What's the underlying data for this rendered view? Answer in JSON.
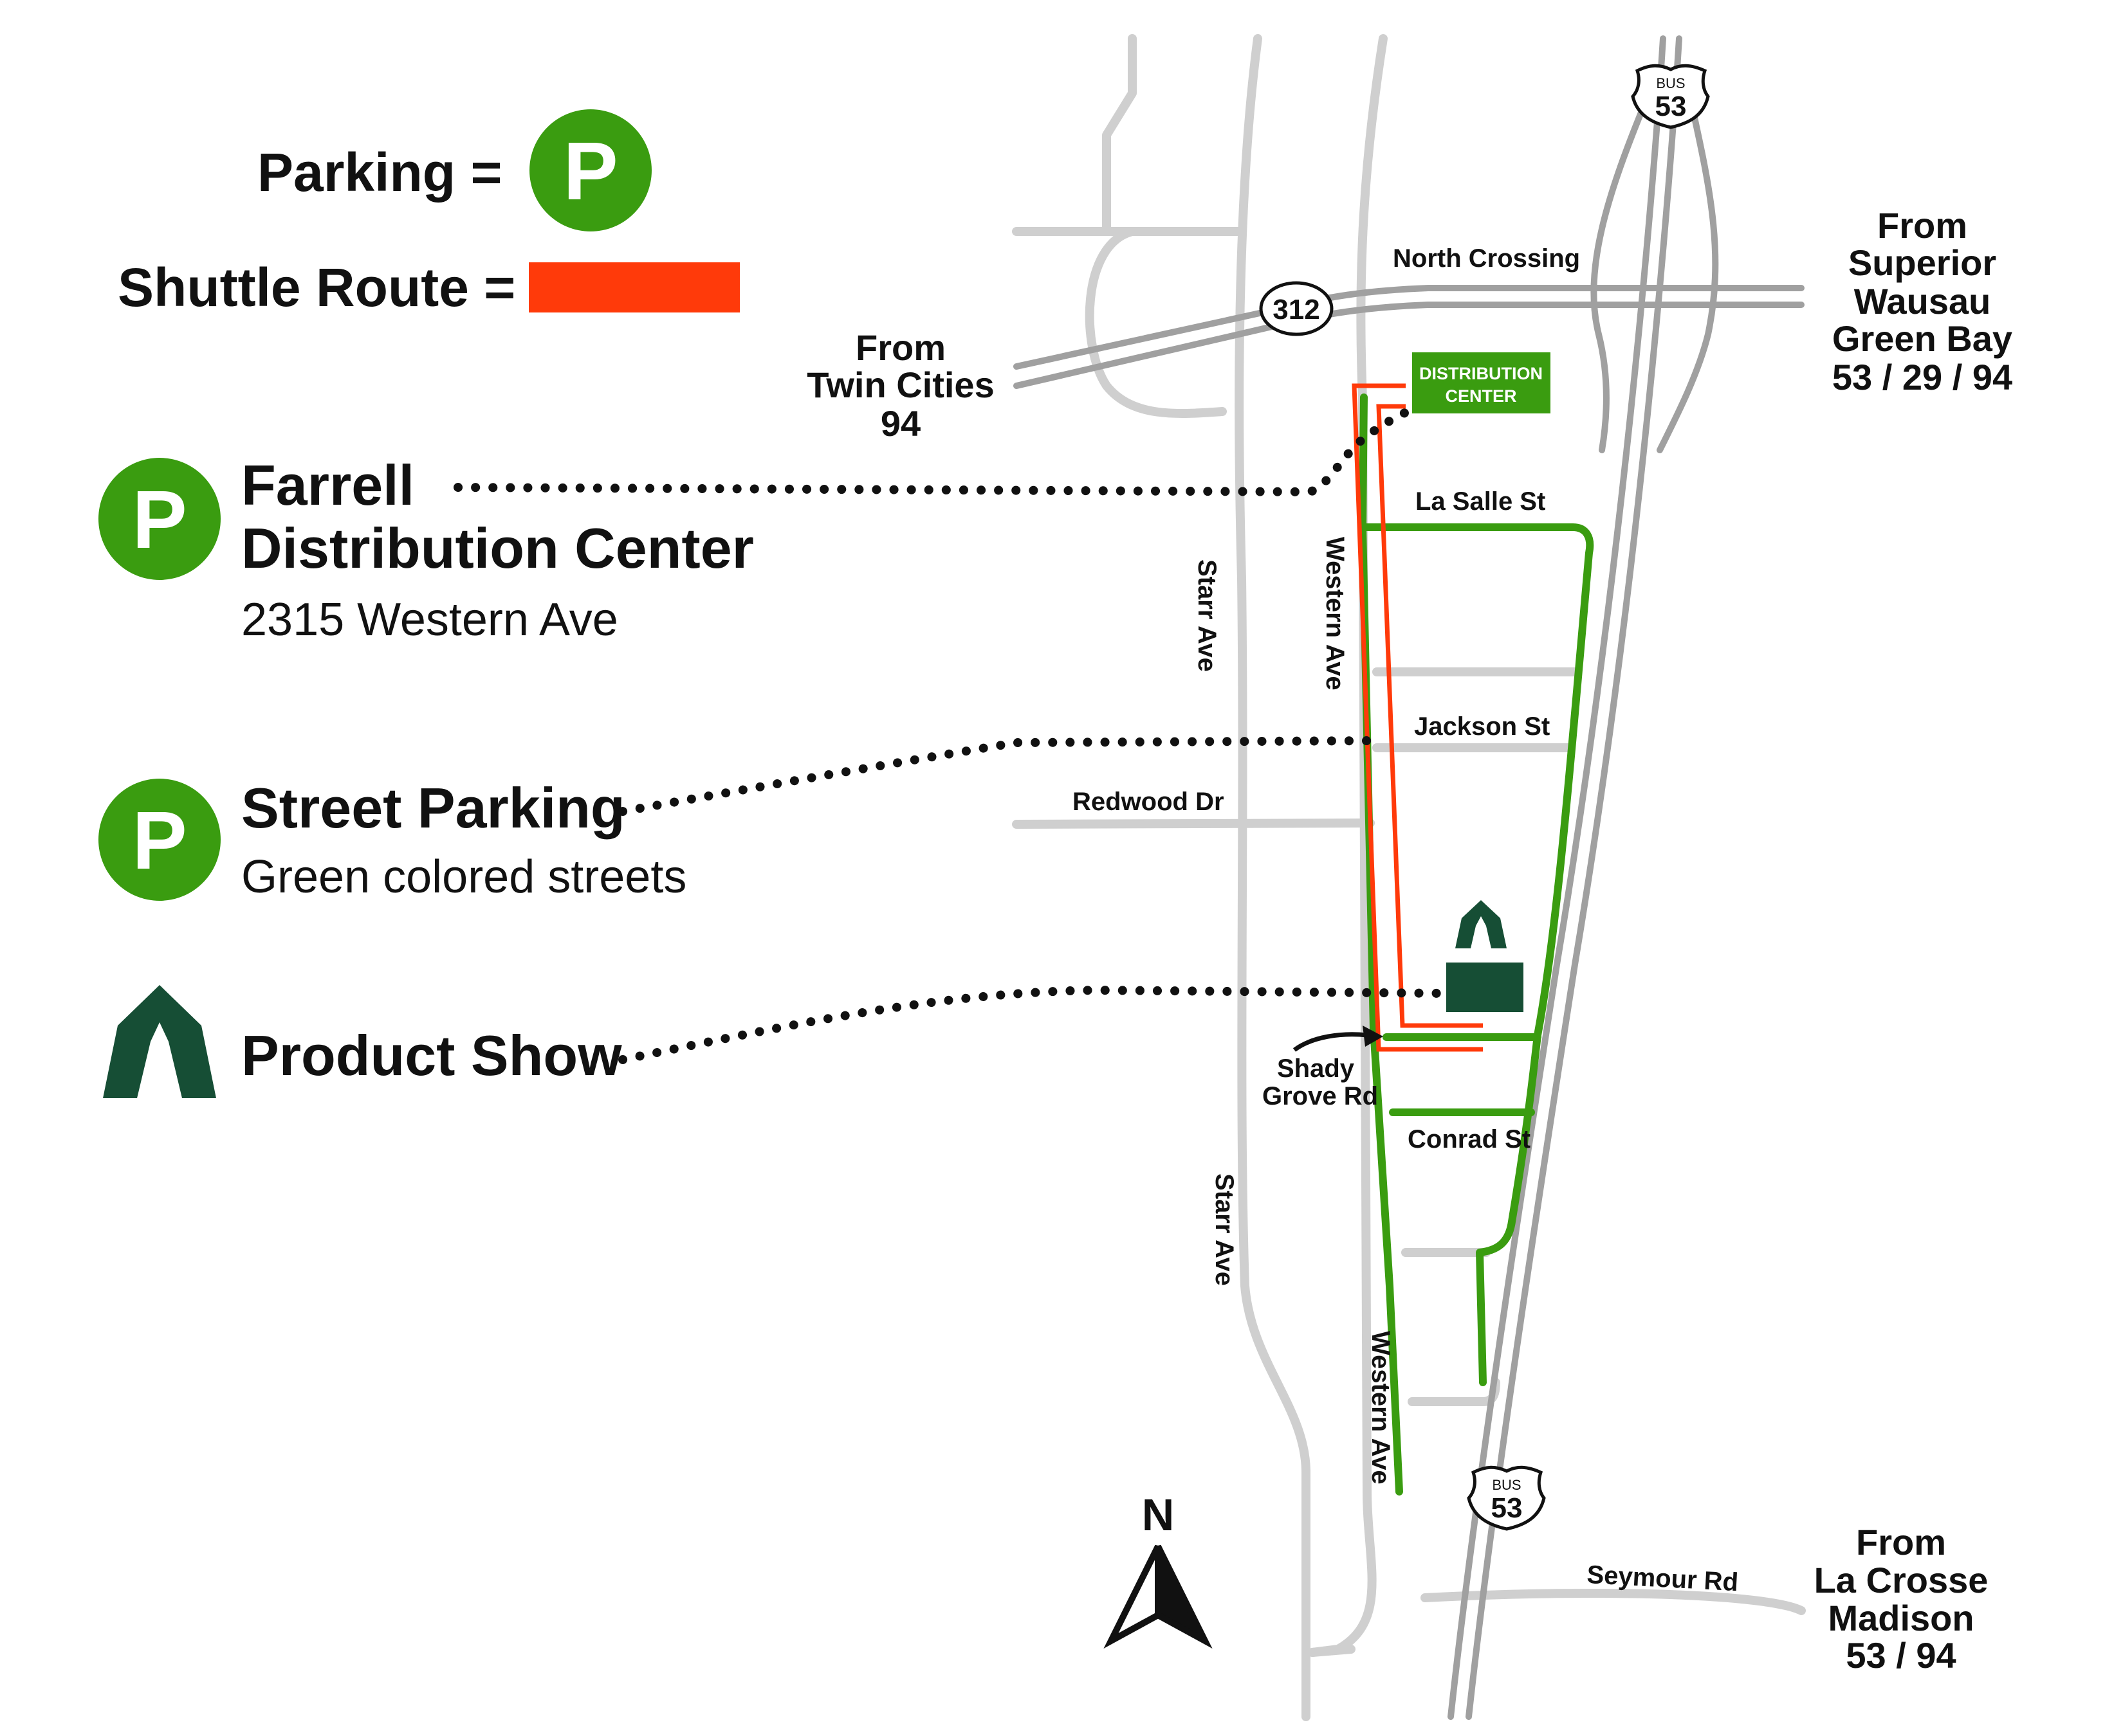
{
  "legend": {
    "parking_label": "Parking =",
    "parking_icon_letter": "P",
    "shuttle_label": "Shuttle Route =",
    "farrell_title_line1": "Farrell",
    "farrell_title_line2": "Distribution Center",
    "farrell_address": "2315 Western Ave",
    "street_parking_title": "Street Parking",
    "street_parking_sub": "Green colored streets",
    "product_show_title": "Product Show"
  },
  "map": {
    "streets": {
      "north_crossing": "North Crossing",
      "la_salle": "La Salle St",
      "jackson": "Jackson St",
      "redwood": "Redwood Dr",
      "starr_ave": "Starr Ave",
      "western_ave": "Western Ave",
      "shady_grove_line1": "Shady",
      "shady_grove_line2": "Grove Rd",
      "conrad": "Conrad St",
      "seymour": "Seymour Rd"
    },
    "shields": {
      "route_312": "312",
      "bus_label": "BUS",
      "bus_53": "53"
    },
    "distribution_center_line1": "DISTRIBUTION",
    "distribution_center_line2": "CENTER",
    "from_twin_cities": [
      "From",
      "Twin Cities",
      "94"
    ],
    "from_superior": [
      "From",
      "Superior",
      "Wausau",
      "Green Bay",
      "53 / 29 / 94"
    ],
    "from_la_crosse": [
      "From",
      "La Crosse",
      "Madison",
      "53 / 94"
    ],
    "north_label": "N"
  },
  "colors": {
    "parking_green": "#3a9c10",
    "shuttle_red": "#ff3a0a",
    "product_show_dark_green": "#164e35",
    "road_gray": "#c9c9c9",
    "highway_gray": "#9a9a9a"
  }
}
